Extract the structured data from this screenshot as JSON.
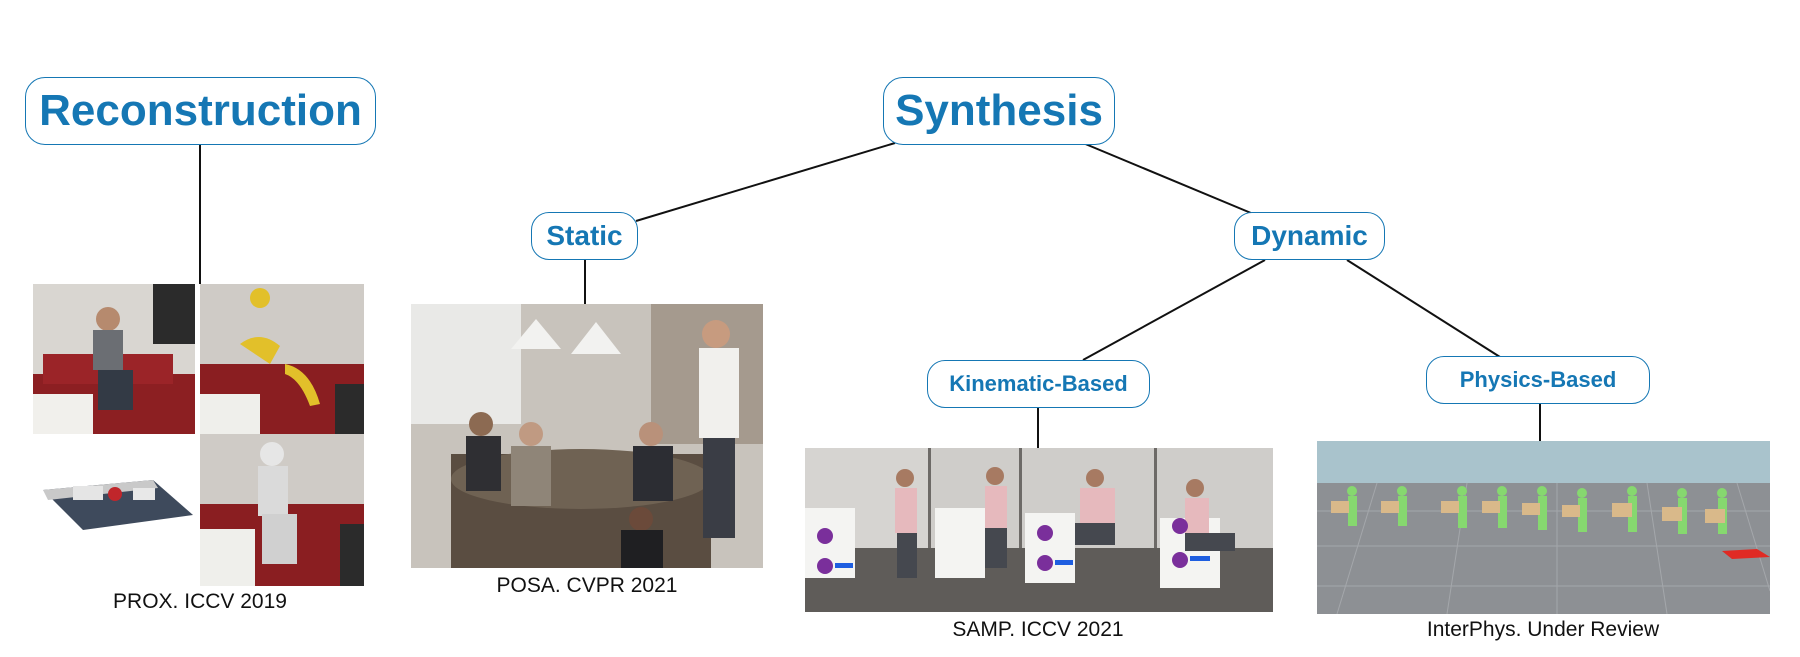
{
  "nodes": {
    "reconstruction": "Reconstruction",
    "synthesis": "Synthesis",
    "static": "Static",
    "dynamic": "Dynamic",
    "kinematic": "Kinematic-Based",
    "physics": "Physics-Based"
  },
  "captions": {
    "prox": "PROX. ICCV 2019",
    "posa": "POSA. CVPR 2021",
    "samp": "SAMP. ICCV 2021",
    "interphys": "InterPhys. Under Review"
  },
  "colors": {
    "accent": "#1577b4",
    "edge": "#111111"
  }
}
